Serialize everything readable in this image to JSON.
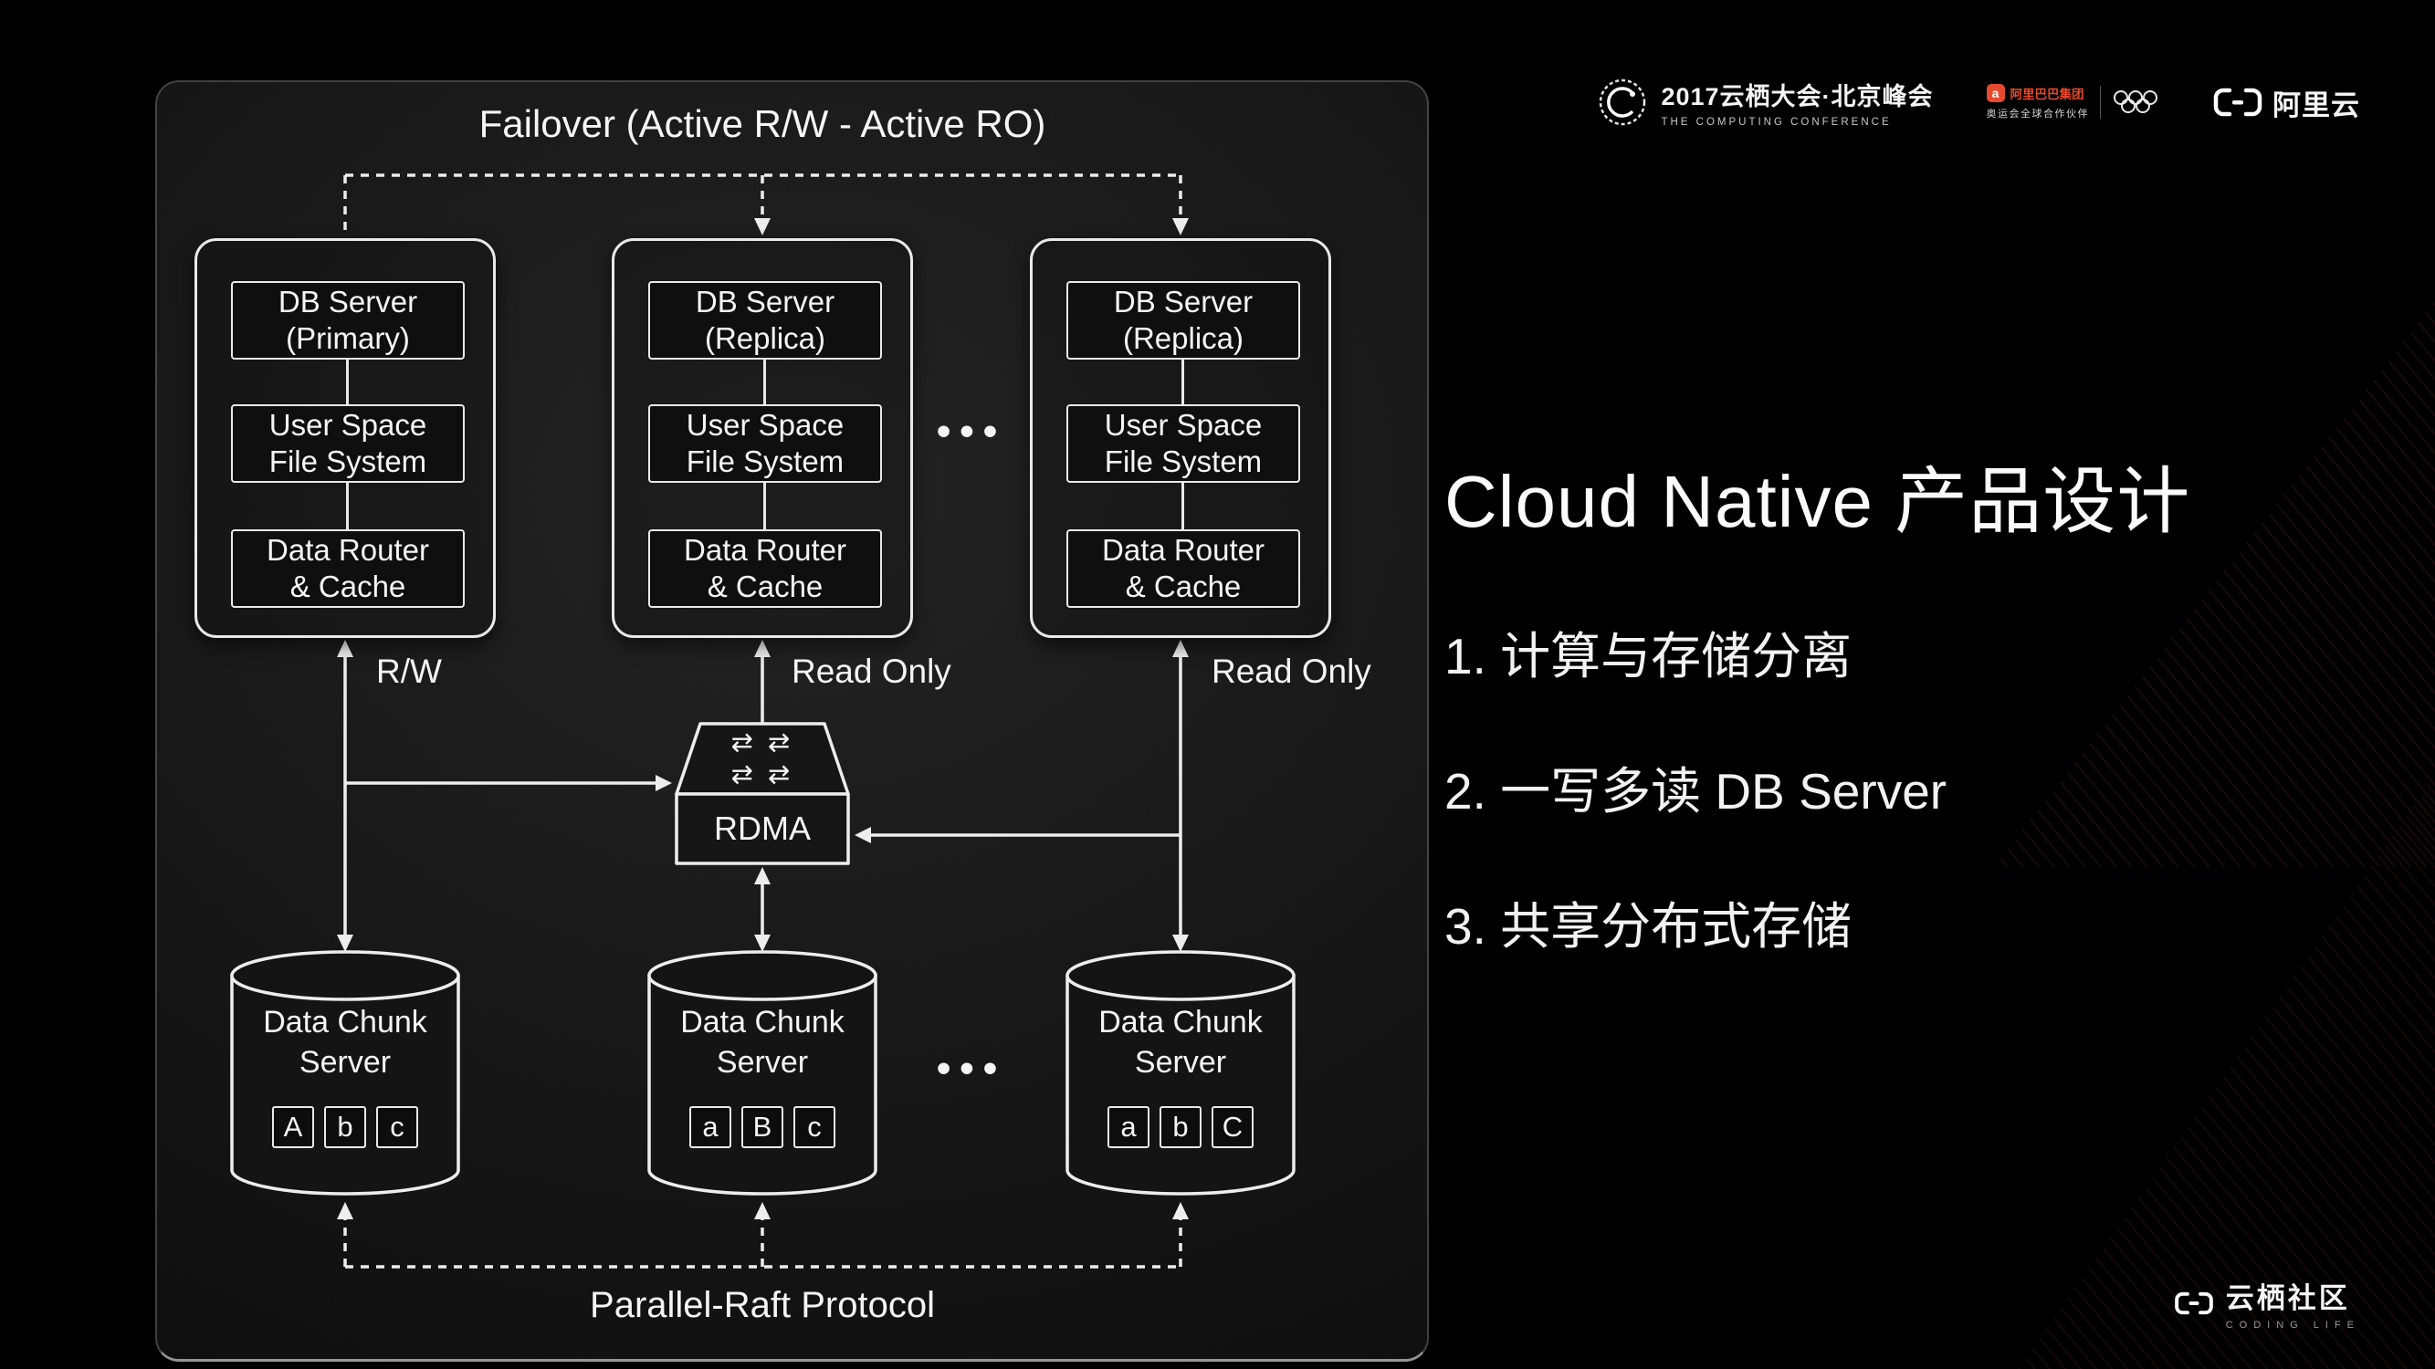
{
  "colors": {
    "background": "#000000",
    "line": "#ededed",
    "text": "#f5f5f5",
    "alibaba_red": "#e64a2e"
  },
  "header": {
    "conference": {
      "title": "2017云栖大会·北京峰会",
      "subtitle": "THE COMPUTING CONFERENCE"
    },
    "olympic": {
      "org": "阿里巴巴集团",
      "partner": "奥运会全球合作伙伴"
    },
    "aliyun": {
      "label": "阿里云"
    }
  },
  "diagram": {
    "failover_title": "Failover (Active R/W - Active RO)",
    "rdma_label": "RDMA",
    "rdma_arrows": "⇄ ⇄\n⇄ ⇄",
    "ellipsis": "•••",
    "parallel_raft_label": "Parallel-Raft Protocol",
    "stacks": [
      {
        "db": "DB Server\n(Primary)",
        "fs": "User Space\nFile System",
        "router": "Data Router\n& Cache",
        "arrow_label": "R/W"
      },
      {
        "db": "DB Server\n(Replica)",
        "fs": "User Space\nFile System",
        "router": "Data Router\n& Cache",
        "arrow_label": "Read Only"
      },
      {
        "db": "DB Server\n(Replica)",
        "fs": "User Space\nFile System",
        "router": "Data Router\n& Cache",
        "arrow_label": "Read Only"
      }
    ],
    "chunk_servers": [
      {
        "label": "Data Chunk\nServer",
        "chunks": [
          "A",
          "b",
          "c"
        ]
      },
      {
        "label": "Data Chunk\nServer",
        "chunks": [
          "a",
          "B",
          "c"
        ]
      },
      {
        "label": "Data Chunk\nServer",
        "chunks": [
          "a",
          "b",
          "C"
        ]
      }
    ]
  },
  "content": {
    "title": "Cloud Native 产品设计",
    "points": [
      "1. 计算与存储分离",
      "2. 一写多读 DB Server",
      "3. 共享分布式存储"
    ]
  },
  "footer": {
    "community": "云栖社区",
    "tagline": "CODING LIFE"
  }
}
